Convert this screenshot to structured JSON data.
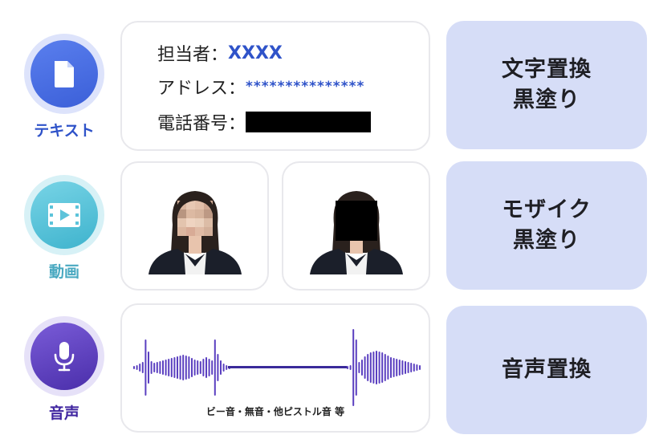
{
  "categories": {
    "text": {
      "label": "テキスト",
      "icon": "document-icon"
    },
    "video": {
      "label": "動画",
      "icon": "video-icon"
    },
    "audio": {
      "label": "音声",
      "icon": "microphone-icon"
    }
  },
  "text_card": {
    "rows": [
      {
        "label": "担当者：",
        "value": "XXXX"
      },
      {
        "label": "アドレス：",
        "value": "***************"
      },
      {
        "label": "電話番号：",
        "value": ""
      }
    ]
  },
  "video_card": {
    "left_image": "portrait-pixel-mosaic",
    "right_image": "portrait-black-box"
  },
  "audio_card": {
    "caption": "ビー音・無音・他ピストル音 等"
  },
  "actions": {
    "text": [
      "文字置換",
      "黒塗り"
    ],
    "video": [
      "モザイク",
      "黒塗り"
    ],
    "audio": [
      "音声置換"
    ]
  },
  "colors": {
    "text_accent": "#2f53c9",
    "video_accent": "#4aa9c1",
    "audio_accent": "#4026a0",
    "action_bg": "#d6ddf7",
    "waveform": "#5a3fc0"
  }
}
